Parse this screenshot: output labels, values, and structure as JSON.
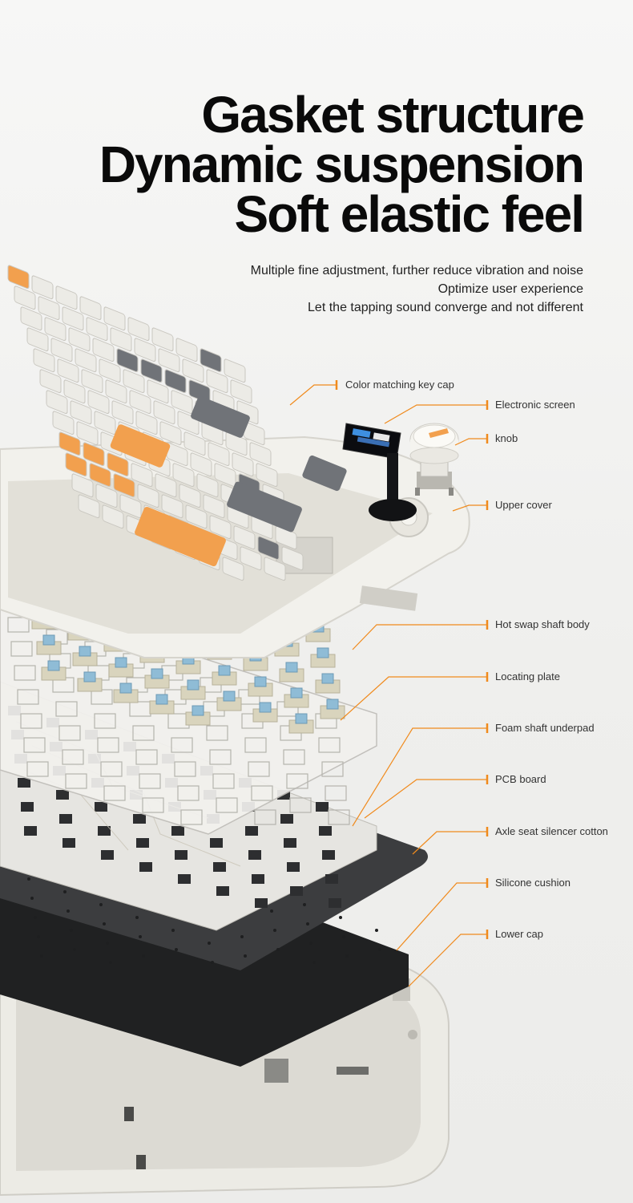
{
  "headline": {
    "line1": "Gasket structure",
    "line2": "Dynamic suspension",
    "line3": "Soft elastic feel"
  },
  "subtext": {
    "line1": "Multiple fine adjustment, further reduce vibration and noise",
    "line2": "Optimize user experience",
    "line3": "Let the tapping sound converge and not different"
  },
  "callouts": {
    "keycap": "Color matching key cap",
    "screen": "Electronic screen",
    "knob": "knob",
    "upper_cover": "Upper cover",
    "hot_swap": "Hot swap shaft body",
    "locating_plate": "Locating plate",
    "foam": "Foam shaft underpad",
    "pcb": "PCB board",
    "silencer": "Axle seat silencer cotton",
    "silicone": "Silicone cushion",
    "lower_cap": "Lower cap"
  },
  "colors": {
    "accent": "#f08a1c",
    "keycap_cream": "#ecebe6",
    "keycap_gray": "#707378",
    "keycap_orange": "#f2a04e",
    "switch_blue": "#8fbcd6",
    "pcb_dark": "#3a3b3d"
  }
}
